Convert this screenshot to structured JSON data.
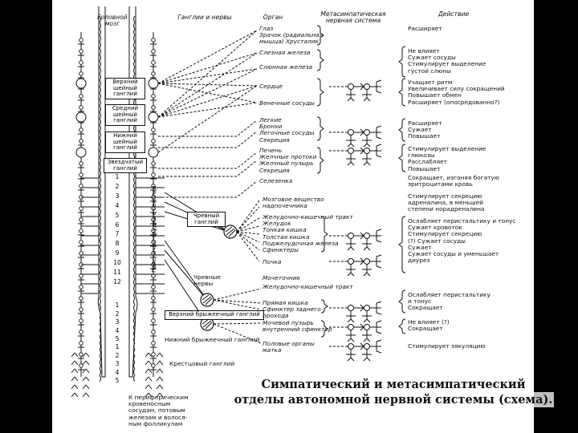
{
  "headers": {
    "brain": "Головной\nмозг",
    "ganglia": "Ганглии и нервы",
    "organ": "Орган",
    "metasympathetic": "Метасимпатическая\nнервная система",
    "action": "Действие"
  },
  "ganglia_boxes": [
    {
      "id": "upper-cervical",
      "label": "Верхний\nшейный\nганглий"
    },
    {
      "id": "middle-cervical",
      "label": "Средний\nшейный\nганглий"
    },
    {
      "id": "lower-cervical",
      "label": "Нижний\nшейный\nганглий"
    },
    {
      "id": "stellate",
      "label": "Звездчатый\nганглий"
    }
  ],
  "spinal_segments": {
    "thoracic": [
      "1",
      "2",
      "3",
      "4",
      "5",
      "6",
      "7",
      "8",
      "9",
      "10",
      "11",
      "12"
    ],
    "lumbar": [
      "1",
      "2",
      "3",
      "4",
      "5"
    ],
    "sacral": [
      "1",
      "2",
      "3",
      "4",
      "5"
    ]
  },
  "side_labels": {
    "paravertebral": "Пояснично-грудные\nганглии",
    "celiac_ganglion": "Чревный\nганглий",
    "celiac_nerves": "Чревные\nнервы",
    "upper_mesenteric": "Верхний брыжеечный ганглий",
    "lower_mesenteric": "Нижний брыжеечный ганглий",
    "sacral_ganglion": "Крестцовый ганглий",
    "periphery": "К периферическим\nкровеносным\nсосудам, потовым\nжелезам и волося-\nным фолликулам"
  },
  "organs": [
    {
      "id": "eye",
      "text": "Глаз\nЗрачок (радиальная\nмышца) Хрусталик"
    },
    {
      "id": "lacrimal",
      "text": "Слезная железа"
    },
    {
      "id": "salivary",
      "text": "Слюнная железа"
    },
    {
      "id": "heart",
      "text": "Сердце"
    },
    {
      "id": "coronary",
      "text": "Венечные сосуды"
    },
    {
      "id": "lungs",
      "text": "Легкие\nБронхи\nЛегочные сосуды\nСекреция"
    },
    {
      "id": "liver",
      "text": "Печень\nЖелчные протоки\nЖелчный пузырь\nСекреция"
    },
    {
      "id": "spleen",
      "text": "Селезенка"
    },
    {
      "id": "adrenal",
      "text": "Мозговое вещество\nнадпочечника"
    },
    {
      "id": "gi-tract",
      "text": "Желудочно-кишечный тракт\nЖелудок\nТонкая кишка\nТолстая кишка\nПоджелудочная железа\nСфинктеры"
    },
    {
      "id": "kidney",
      "text": "Почка"
    },
    {
      "id": "ureters",
      "text": "Мочеточник"
    },
    {
      "id": "gi-tract-2",
      "text": "Желудочно-кишечный тракт"
    },
    {
      "id": "rectum",
      "text": "Прямая кишка\nСфинктер заднего\nпрохода"
    },
    {
      "id": "bladder",
      "text": "Мочевой пузырь\nвнутренний сфинктер"
    },
    {
      "id": "genitals",
      "text": "Половые органы\nматка"
    }
  ],
  "actions": [
    {
      "id": "eye",
      "text": "Расширяет"
    },
    {
      "id": "lacrimal",
      "text": "Не влияет\nСужает сосуды\nСтимулирует выделение\nгустой слюны"
    },
    {
      "id": "heart",
      "text": "Учащает ритм\nУвеличивает силу сокращений\nПовышает обмен\nРасширяет (опосредованно?)"
    },
    {
      "id": "lungs",
      "text": "Расширяет\nСужает\nПовышает"
    },
    {
      "id": "liver",
      "text": "Стимулирует выделение\nглюкозы\nРасслабляет\nПовышает"
    },
    {
      "id": "spleen",
      "text": "Сокращает, изгоняя богатую\nэритроцитами кровь"
    },
    {
      "id": "adrenal",
      "text": "Стимулирует секрецию\nадреналина, в меньшей\nстепени норадреналина"
    },
    {
      "id": "gi-tract",
      "text": "Ослабляет перистальтику и тонус\nСужает кровоток\nСтимулирует секрецию\n(?) Сужает сосуды\nСужает\nСужает сосуды и уменьшает\nдиурез"
    },
    {
      "id": "rectum",
      "text": "Ослабляет перистальтику\nи тонус\nСокращает"
    },
    {
      "id": "bladder",
      "text": "Не влияет (?)\nСокращает"
    },
    {
      "id": "genitals",
      "text": "Стимулирует эякуляцию"
    }
  ],
  "caption": {
    "line1": "Симпатический и метасимпатический",
    "line2": "отделы автономной нервной системы (схема)."
  }
}
